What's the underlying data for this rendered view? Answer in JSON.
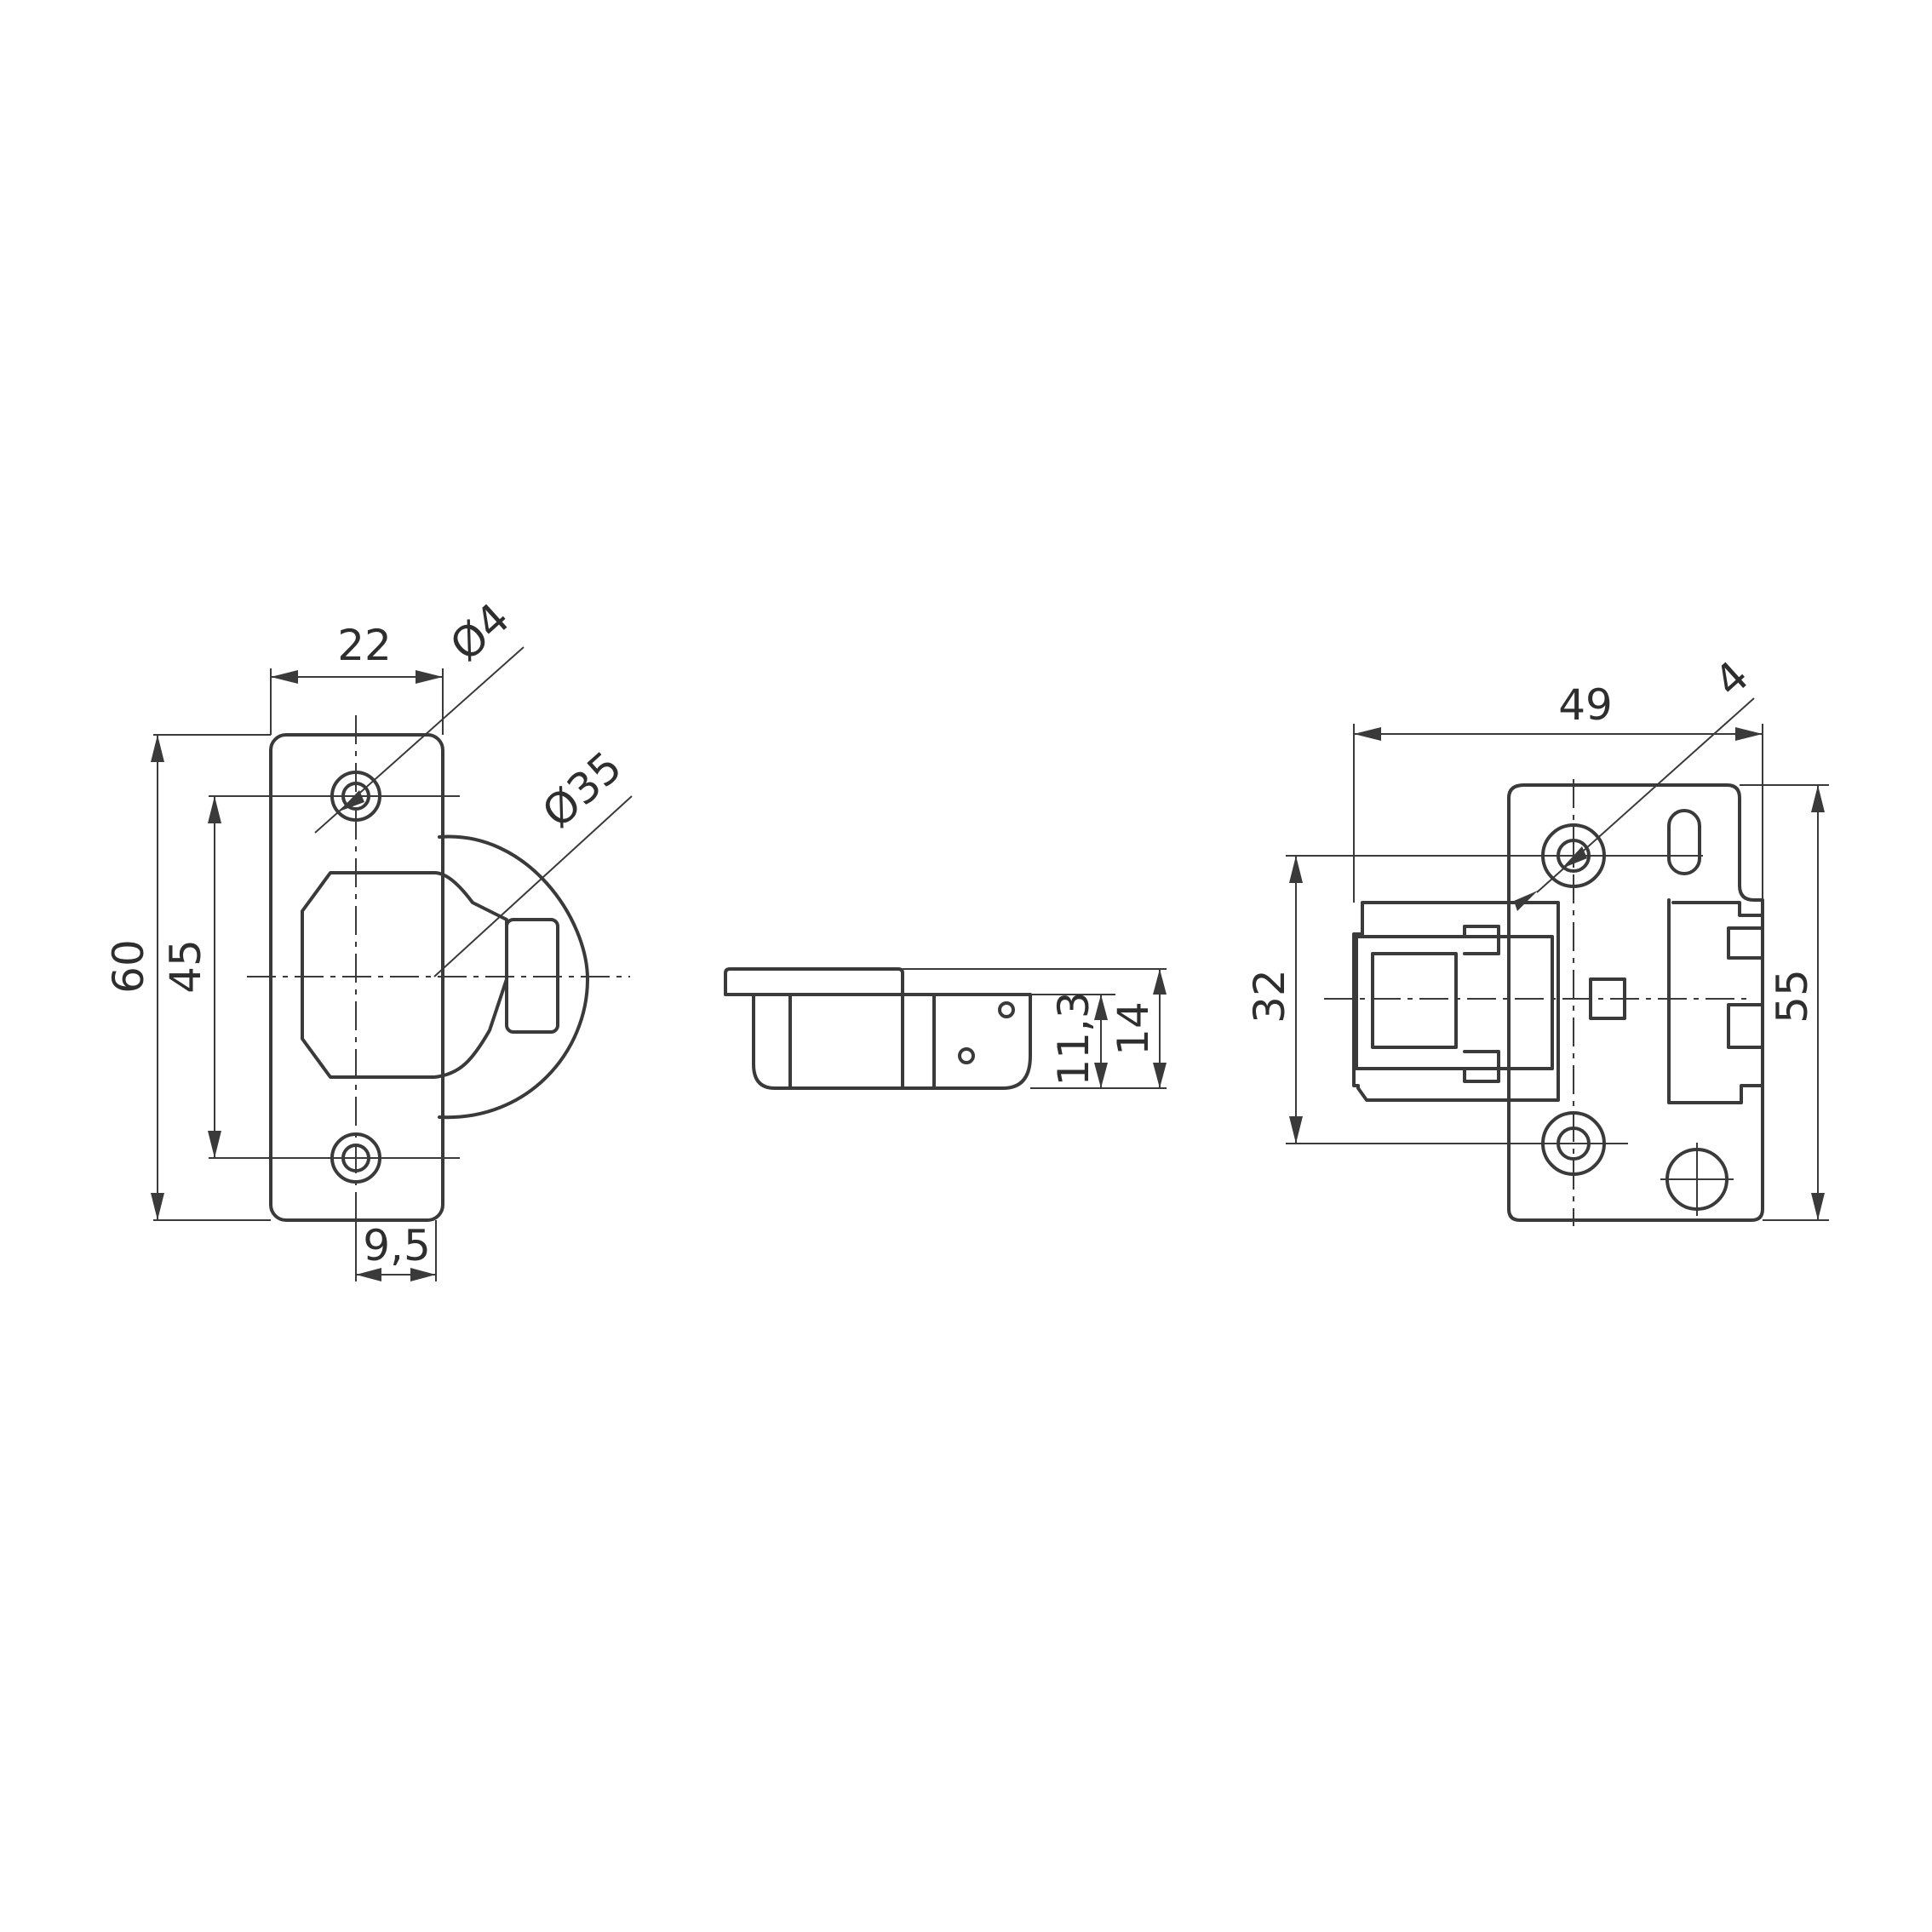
{
  "views": {
    "left": {
      "width_label": "22",
      "hole_label": "Ø4",
      "cup_label": "Ø35",
      "height_label": "60",
      "hole_spacing_label": "45",
      "offset_label": "9,5"
    },
    "middle": {
      "depth_label": "11,3",
      "total_label": "14"
    },
    "right": {
      "width_label": "49",
      "hole_label": "4",
      "hole_spacing_label": "32",
      "height_label": "55"
    }
  }
}
